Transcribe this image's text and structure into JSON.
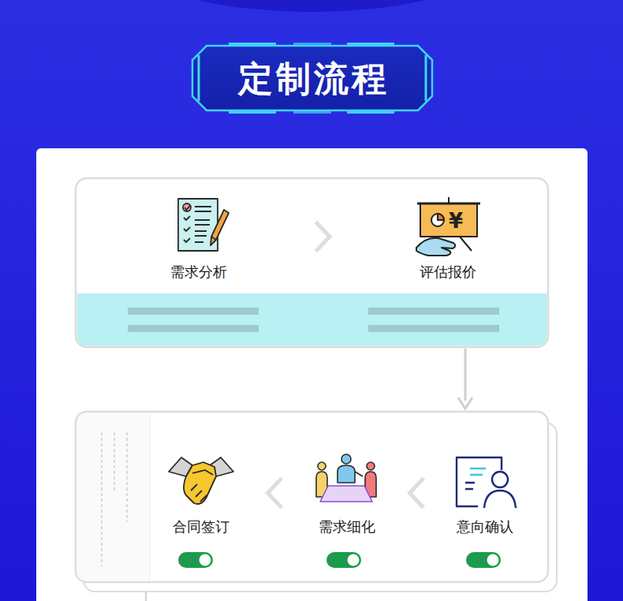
{
  "diagram": {
    "title": "定制流程",
    "nodes": [
      {
        "text": [
          "需求分析"
        ]
      },
      {
        "text": [
          "评估报价"
        ]
      },
      {
        "text": [
          "意向确认"
        ]
      },
      {
        "text": [
          "需求细化"
        ]
      },
      {
        "text": [
          "合同签订"
        ]
      }
    ],
    "edges": [
      {
        "from": 0,
        "to": 1,
        "arrow": "to"
      },
      {
        "from": 1,
        "to": 2,
        "arrow": "to"
      },
      {
        "from": 2,
        "to": 3,
        "arrow": "to"
      },
      {
        "from": 3,
        "to": 4,
        "arrow": "to"
      }
    ],
    "labels": [
      "¥"
    ]
  }
}
